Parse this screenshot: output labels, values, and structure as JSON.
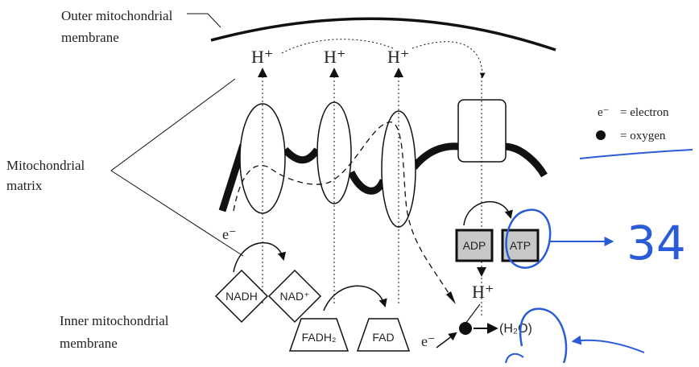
{
  "labels": {
    "outer_membrane_line1": "Outer mitochondrial",
    "outer_membrane_line2": "membrane",
    "matrix_line1": "Mitochondrial",
    "matrix_line2": "matrix",
    "inner_membrane_line1": "Inner mitochondrial",
    "inner_membrane_line2": "membrane"
  },
  "ions": {
    "h_plus_1": "H⁺",
    "h_plus_2": "H⁺",
    "h_plus_3": "H⁺",
    "h_plus_atp": "H⁺",
    "electron_left": "e⁻",
    "electron_right": "e⁻"
  },
  "molecules": {
    "nadh": "NADH",
    "nad_plus": "NAD⁺",
    "fadh2": "FADH₂",
    "fad": "FAD",
    "adp": "ADP",
    "atp": "ATP",
    "water": "(H₂O)"
  },
  "legend": {
    "electron_symbol": "e⁻",
    "electron_text": "= electron",
    "oxygen_text": "= oxygen"
  },
  "annotation": {
    "handwritten_note": "34"
  },
  "colors": {
    "ink": "#111111",
    "pen_blue": "#2b5cd8",
    "box_gray": "#c8c8c8"
  }
}
